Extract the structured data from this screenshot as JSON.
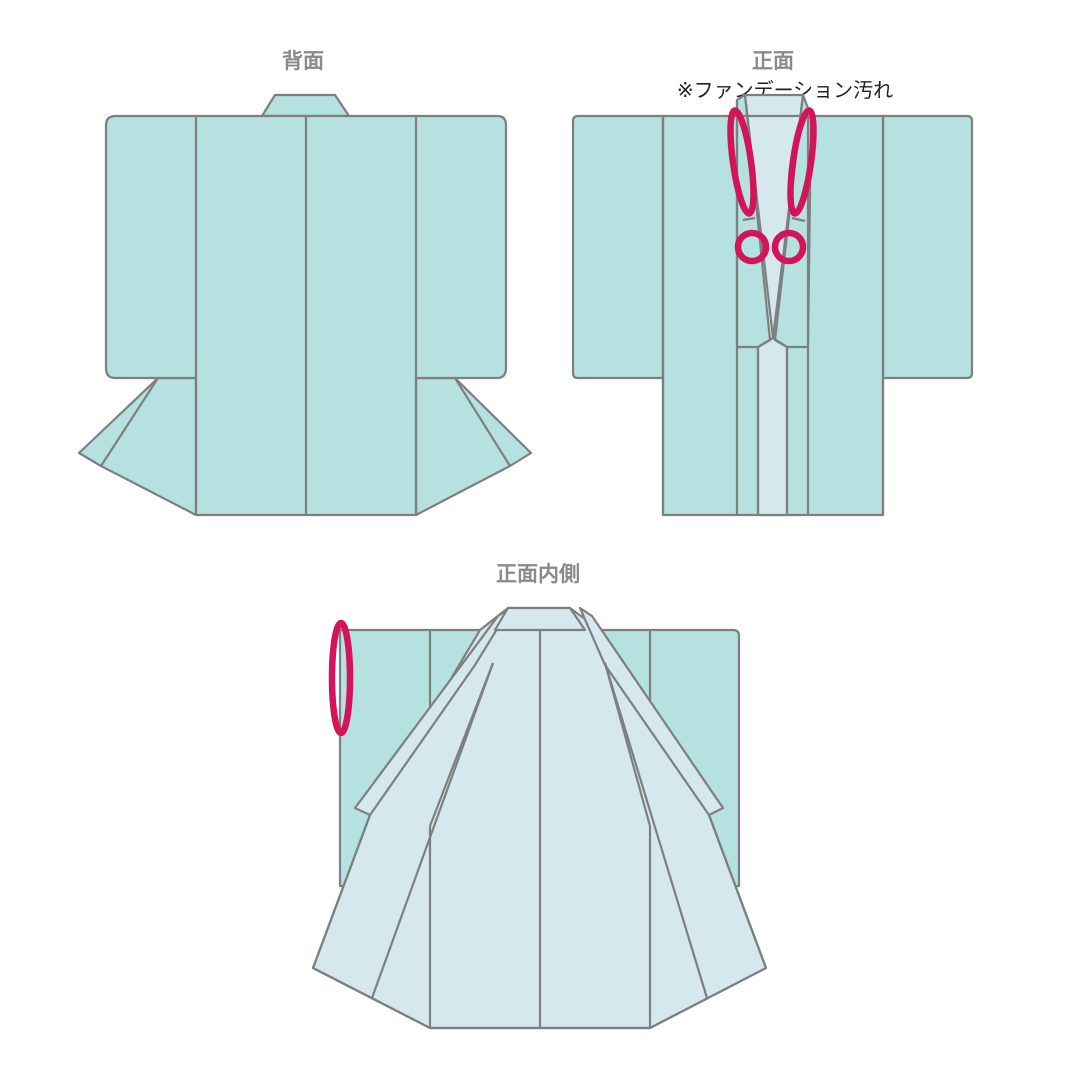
{
  "views": [
    {
      "id": "back",
      "label": "背面"
    },
    {
      "id": "front",
      "label": "正面",
      "note": "※ファンデーション汚れ"
    },
    {
      "id": "front-inner",
      "label": "正面内側"
    }
  ],
  "colors": {
    "outer_fabric": "#b5e1e0",
    "lining": "#d5e8ee",
    "outline": "#7d7f80",
    "stain_marker": "#d4145a",
    "label_text": "#8a8a8a",
    "note_text": "#222222"
  },
  "stain_markers": {
    "front": [
      {
        "shape": "ellipse",
        "location": "left collar"
      },
      {
        "shape": "ellipse",
        "location": "right collar"
      },
      {
        "shape": "circle",
        "location": "left collar lower"
      },
      {
        "shape": "circle",
        "location": "right collar lower"
      }
    ],
    "front-inner": [
      {
        "shape": "ellipse",
        "location": "left sleeve edge"
      }
    ]
  }
}
